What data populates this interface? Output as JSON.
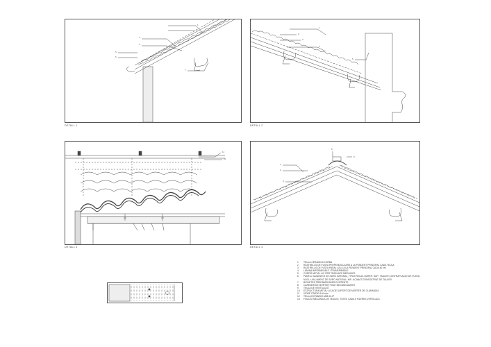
{
  "sheet": {
    "details": [
      {
        "id": "d1",
        "caption": "DETALL 1"
      },
      {
        "id": "d2",
        "caption": "DETALL 2"
      },
      {
        "id": "d3",
        "caption": "DETALL 3"
      },
      {
        "id": "d4",
        "caption": "DETALL 4"
      }
    ],
    "legend": [
      {
        "n": "1",
        "text": "TEULA CERÀMICA CORBA"
      },
      {
        "n": "2",
        "text": "RASTRELLS DE FUSTA PERPENDICULARS A LA PENDENT PRINCIPAL CADA TEULA"
      },
      {
        "n": "3",
        "text": "RASTRELLS DE FUSTA PARAL·LELS A LA PENDENT PRINCIPAL CADA 40 cm"
      },
      {
        "n": "4",
        "text": "LÀMINA IMPERMEABLE I TRANSPIRABLE"
      },
      {
        "n": "5",
        "text": "CORDÓ METÀL·LIC PER TRASLAPS MECÀNICS"
      },
      {
        "n": "6",
        "text": "PANELL SANDWICH DE SURO NATURAL, TIPUS RELAX-SURER: SUP.: TAULER CONTRAPLACAT DE FUSTA; NUCLI: AILLAMENT DE SURO NATURAL; INF.: ACABAT D'ENSOSTRAT DE TAULER"
      },
      {
        "n": "7",
        "text": "BIGUETES PREFABRICADES EXISTENTS"
      },
      {
        "n": "8",
        "text": "CARENER DE MORTER FIXAT MECÀNICAMENT"
      },
      {
        "n": "9",
        "text": "TEULA DE VENTILACIÓ"
      },
      {
        "n": "10",
        "text": "ESTRUCTURA METÀL·LICA DE SUPORT DE MORTER DE CLARABOIA"
      },
      {
        "n": "11",
        "text": "VIDRE STADIP 6+6 mm"
      },
      {
        "n": "12",
        "text": "TEULA EXPANSIÓ AMB CLIP"
      },
      {
        "n": "13",
        "text": "FIXACIÓ MECÀNICA DE TEULES, TOTES CADA 5 FILERES VERTICALS"
      }
    ]
  }
}
